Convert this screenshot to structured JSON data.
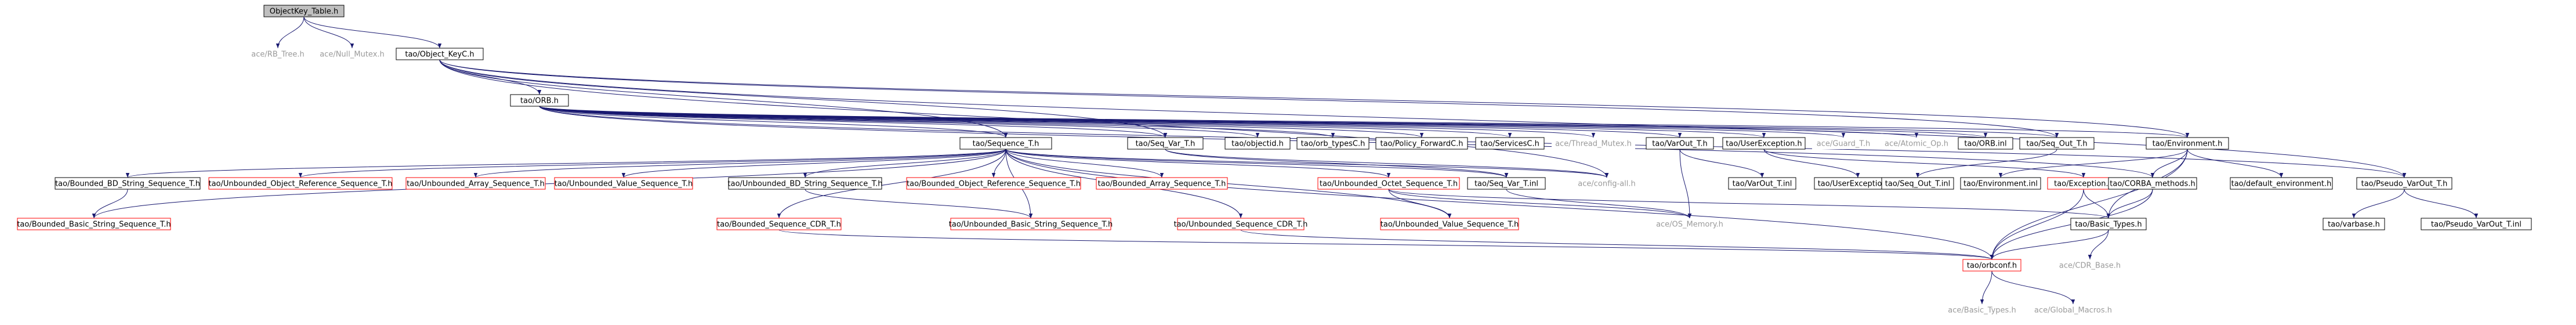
{
  "diagram": {
    "nodes": [
      {
        "id": "root",
        "label": "ObjectKey_Table.h",
        "style": "root"
      },
      {
        "id": "rb",
        "label": "ace/RB_Tree.h",
        "style": "gray"
      },
      {
        "id": "nullmutex",
        "label": "ace/Null_Mutex.h",
        "style": "gray"
      },
      {
        "id": "objkeyc",
        "label": "tao/Object_KeyC.h",
        "style": "black"
      },
      {
        "id": "orb",
        "label": "tao/ORB.h",
        "style": "black"
      },
      {
        "id": "seqT",
        "label": "tao/Sequence_T.h",
        "style": "black"
      },
      {
        "id": "seqvarT",
        "label": "tao/Seq_Var_T.h",
        "style": "black"
      },
      {
        "id": "objectid",
        "label": "tao/objectid.h",
        "style": "black"
      },
      {
        "id": "orbtypesc",
        "label": "tao/orb_typesC.h",
        "style": "black"
      },
      {
        "id": "policyfwd",
        "label": "tao/Policy_ForwardC.h",
        "style": "black"
      },
      {
        "id": "servicesc",
        "label": "tao/ServicesC.h",
        "style": "black"
      },
      {
        "id": "threadmutex",
        "label": "ace/Thread_Mutex.h",
        "style": "gray"
      },
      {
        "id": "varoutT",
        "label": "tao/VarOut_T.h",
        "style": "black"
      },
      {
        "id": "userexc",
        "label": "tao/UserException.h",
        "style": "black"
      },
      {
        "id": "guardT",
        "label": "ace/Guard_T.h",
        "style": "gray"
      },
      {
        "id": "atomicop",
        "label": "ace/Atomic_Op.h",
        "style": "gray"
      },
      {
        "id": "orbinl",
        "label": "tao/ORB.inl",
        "style": "black"
      },
      {
        "id": "seqoutT",
        "label": "tao/Seq_Out_T.h",
        "style": "black"
      },
      {
        "id": "environment",
        "label": "tao/Environment.h",
        "style": "black"
      },
      {
        "id": "boundedbdstr",
        "label": "tao/Bounded_BD_String_Sequence_T.h",
        "style": "black"
      },
      {
        "id": "unbobjref",
        "label": "tao/Unbounded_Object_Reference_Sequence_T.h",
        "style": "red"
      },
      {
        "id": "unbarray",
        "label": "tao/Unbounded_Array_Sequence_T.h",
        "style": "red"
      },
      {
        "id": "unbvalue",
        "label": "tao/Unbounded_Value_Sequence_T.h",
        "style": "red"
      },
      {
        "id": "unbbdstr",
        "label": "tao/Unbounded_BD_String_Sequence_T.h",
        "style": "black"
      },
      {
        "id": "bobjref",
        "label": "tao/Bounded_Object_Reference_Sequence_T.h",
        "style": "red"
      },
      {
        "id": "barray",
        "label": "tao/Bounded_Array_Sequence_T.h",
        "style": "red"
      },
      {
        "id": "unboctet",
        "label": "tao/Unbounded_Octet_Sequence_T.h",
        "style": "red"
      },
      {
        "id": "seqvarTinl",
        "label": "tao/Seq_Var_T.inl",
        "style": "black"
      },
      {
        "id": "configall",
        "label": "ace/config-all.h",
        "style": "gray"
      },
      {
        "id": "varoutTinl",
        "label": "tao/VarOut_T.inl",
        "style": "black"
      },
      {
        "id": "userexcinl",
        "label": "tao/UserException.inl",
        "style": "black"
      },
      {
        "id": "exception",
        "label": "tao/Exception.h",
        "style": "red"
      },
      {
        "id": "envinl",
        "label": "tao/Environment.inl",
        "style": "black"
      },
      {
        "id": "seqoutTinl",
        "label": "tao/Seq_Out_T.inl",
        "style": "black"
      },
      {
        "id": "corbamethods",
        "label": "tao/CORBA_methods.h",
        "style": "black"
      },
      {
        "id": "defaultenv",
        "label": "tao/default_environment.h",
        "style": "black"
      },
      {
        "id": "pseudovarout",
        "label": "tao/Pseudo_VarOut_T.h",
        "style": "black"
      },
      {
        "id": "boundedbasicstr",
        "label": "tao/Bounded_Basic_String_Sequence_T.h",
        "style": "red"
      },
      {
        "id": "bseqcdr",
        "label": "tao/Bounded_Sequence_CDR_T.h",
        "style": "red"
      },
      {
        "id": "unbbasicstr",
        "label": "tao/Unbounded_Basic_String_Sequence_T.h",
        "style": "red"
      },
      {
        "id": "unbseqcdr",
        "label": "tao/Unbounded_Sequence_CDR_T.h",
        "style": "red"
      },
      {
        "id": "unbvalue2",
        "label": "tao/Unbounded_Value_Sequence_T.h",
        "style": "red"
      },
      {
        "id": "osmemory",
        "label": "ace/OS_Memory.h",
        "style": "gray"
      },
      {
        "id": "basictypes",
        "label": "tao/Basic_Types.h",
        "style": "black"
      },
      {
        "id": "varbase",
        "label": "tao/varbase.h",
        "style": "black"
      },
      {
        "id": "pseudovaroutinl",
        "label": "tao/Pseudo_VarOut_T.inl",
        "style": "black"
      },
      {
        "id": "orbconf",
        "label": "tao/orbconf.h",
        "style": "red"
      },
      {
        "id": "cdrbase",
        "label": "ace/CDR_Base.h",
        "style": "gray"
      },
      {
        "id": "acebasictypes",
        "label": "ace/Basic_Types.h",
        "style": "gray"
      },
      {
        "id": "globalmacros",
        "label": "ace/Global_Macros.h",
        "style": "gray"
      }
    ],
    "colors": {
      "edge": "#191970",
      "red_border": "#ff0000",
      "gray_text": "#9a9a9a",
      "root_fill": "#bfbfbf"
    }
  }
}
